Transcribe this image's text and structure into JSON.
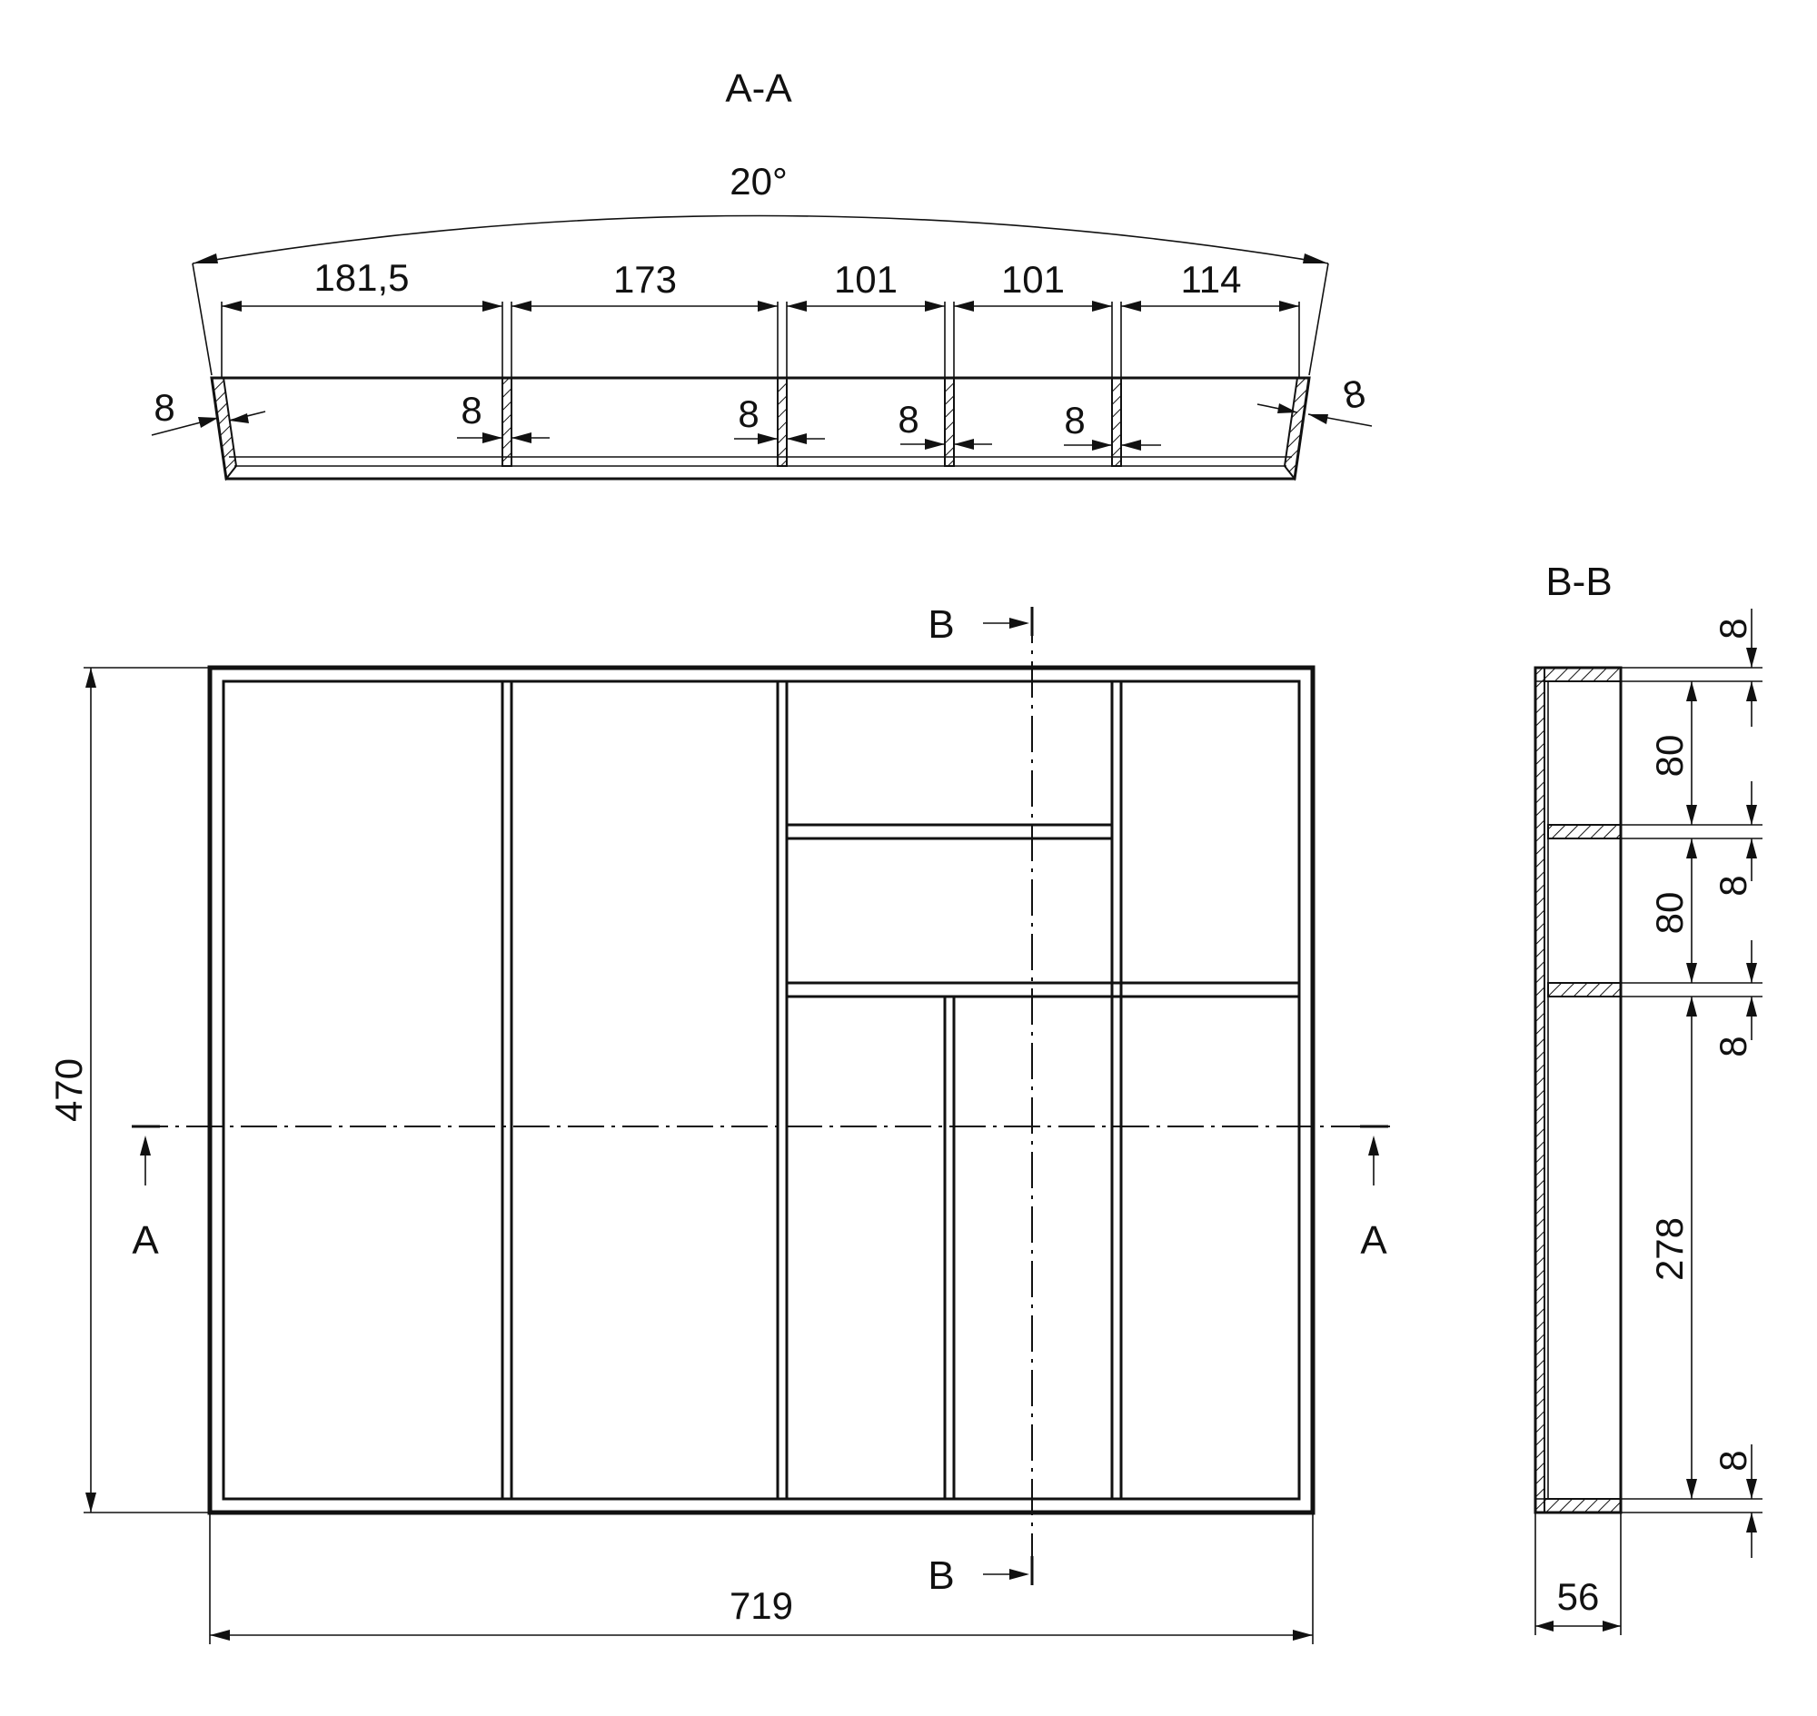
{
  "section_aa": {
    "title": "A-A",
    "angle": "20°",
    "widths": [
      "181,5",
      "173",
      "101",
      "101",
      "114"
    ],
    "wall_labels": [
      "8",
      "8",
      "8",
      "8",
      "8",
      "8"
    ]
  },
  "plan": {
    "height": "470",
    "width": "719",
    "cut_b_top": "B",
    "cut_b_bottom": "B",
    "cut_a_left": "A",
    "cut_a_right": "A"
  },
  "section_bb": {
    "title": "B-B",
    "depth": "56",
    "vertical_dims": [
      "8",
      "80",
      "8",
      "80",
      "8",
      "278",
      "8"
    ]
  }
}
